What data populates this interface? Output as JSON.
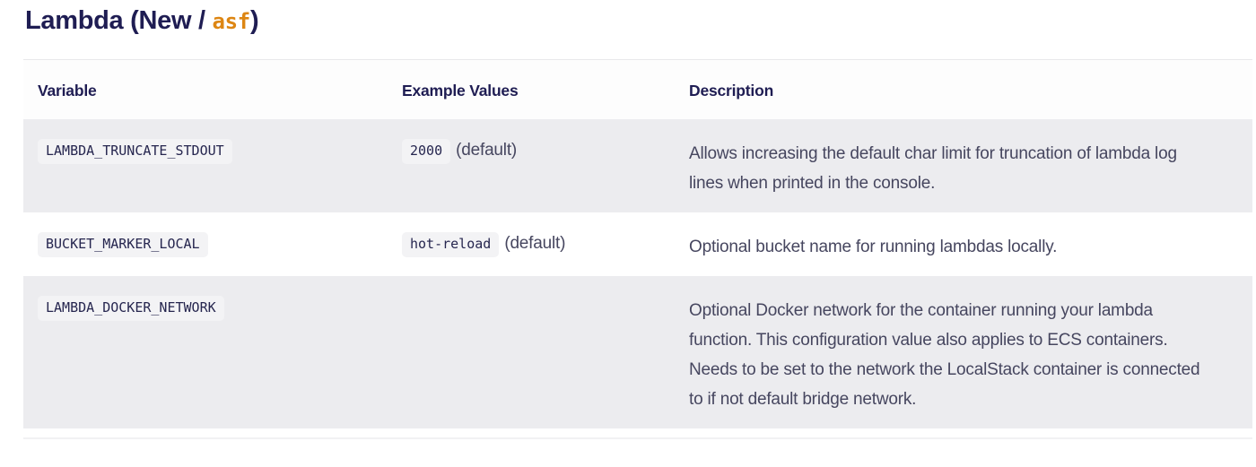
{
  "page": {
    "title": {
      "prefix": "Lambda (New / ",
      "code": "asf",
      "suffix": ")"
    }
  },
  "table": {
    "headers": [
      "Variable",
      "Example Values",
      "Description"
    ],
    "rows": [
      {
        "variable": "LAMBDA_TRUNCATE_STDOUT",
        "example_code": "2000",
        "example_suffix": "(default)",
        "description": "Allows increasing the default char limit for truncation of lambda log lines when printed in the console."
      },
      {
        "variable": "BUCKET_MARKER_LOCAL",
        "example_code": "hot-reload",
        "example_suffix": "(default)",
        "description": "Optional bucket name for running lambdas locally."
      },
      {
        "variable": "LAMBDA_DOCKER_NETWORK",
        "example_code": null,
        "example_suffix": null,
        "description": "Optional Docker network for the container running your lambda function. This configuration value also applies to ECS containers. Needs to be set to the network the LocalStack container is connected to if not default bridge network."
      }
    ]
  },
  "colors": {
    "heading_navy": "#1f1d53",
    "body_text": "#46465f",
    "accent_orange": "#dd8613",
    "row_stripe": "#ececef",
    "chip_background": "#f3f3f5",
    "divider": "#e8e8ea"
  }
}
